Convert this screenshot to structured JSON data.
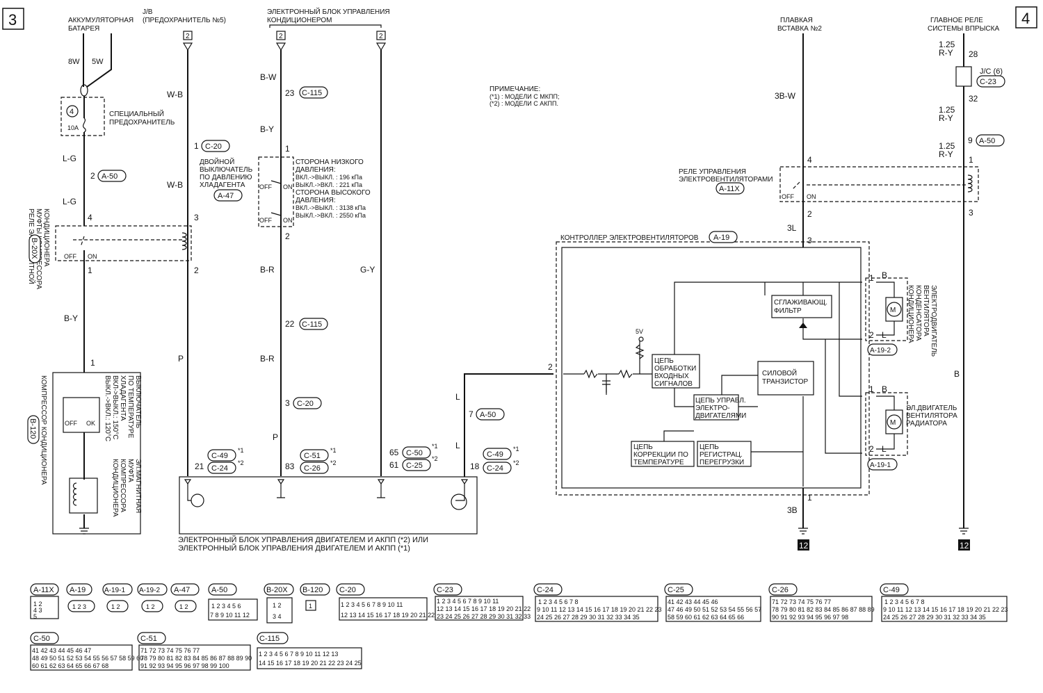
{
  "page_corners": {
    "left": "3",
    "right": "4"
  },
  "battery": {
    "label_line1": "АККУМУЛЯТОРНАЯ",
    "label_line2": "БАТАРЕЯ",
    "wire_a": "8W",
    "wire_b": "5W"
  },
  "jb": {
    "label_line1": "J/B",
    "label_line2": "(ПРЕДОХРАНИТЕЛЬ №5)",
    "pin": "2",
    "wire_top": "W-B",
    "pin_c20": "1",
    "conn_c20": "C-20",
    "wire_mid": "W-B",
    "pin_relay_in": "3",
    "pin_relay_out": "2",
    "wire_bottom": "P"
  },
  "ecu_ac": {
    "label_line1": "ЭЛЕКТРОННЫЙ БЛОК УПРАВЛЕНИЯ",
    "label_line2": "КОНДИЦИОНЕРОМ",
    "pin_a": "2",
    "pin_b": "2"
  },
  "special_fuse": {
    "number": "4",
    "rating": "10A",
    "label_line1": "СПЕЦИАЛЬНЫЙ",
    "label_line2": "ПРЕДОХРАНИТЕЛЬ",
    "wire_1": "L-G",
    "pin": "2",
    "conn": "A-50",
    "wire_2": "L-G"
  },
  "ac_relay": {
    "pin_in": "4",
    "off": "OFF",
    "on": "ON",
    "pin_out": "1",
    "conn": "B-20X",
    "label_line1": "РЕЛЕ ЭЛ.МАГНИТНОЙ",
    "label_line2": "МУФТЫ КОМПРЕССОРА",
    "label_line3": "КОНДИЦИОНЕРА",
    "wire_out": "B-Y"
  },
  "compressor": {
    "pin": "1",
    "label": "КОМПРЕССОР КОНДИЦИОНЕРА",
    "conn": "B-120",
    "off": "OFF",
    "ok": "OK",
    "thermo_line1": "ВЫКЛЮЧАТЕЛЬ",
    "thermo_line2": "ПО ТЕМПЕРАТУРЕ",
    "thermo_line3": "ХЛАДАГЕНТА",
    "thermo_line4": "ВКЛ->ВЫКЛ.: 150°С",
    "thermo_line5": "ВЫКЛ.->ВКЛ.: 120°С",
    "clutch_line1": "ЭЛ.МАГНИТНАЯ",
    "clutch_line2": "МУФТА",
    "clutch_line3": "КОМПРЕССОРА",
    "clutch_line4": "КОНДИЦИОНЕРА"
  },
  "pressure_switch": {
    "wire_top": "B-W",
    "pin_c115_top": "23",
    "conn_c115": "C-115",
    "wire_mid": "B-Y",
    "pin_in": "1",
    "label_line1": "ДВОЙНОЙ",
    "label_line2": "ВЫКЛЮЧАТЕЛЬ",
    "label_line3": "ПО ДАВЛЕНИЮ",
    "label_line4": "ХЛАДАГЕНТА",
    "conn": "A-47",
    "off1": "OFF",
    "on1": "ON",
    "off2": "OFF",
    "on2": "ON",
    "spec_line1": "СТОРОНА НИЗКОГО",
    "spec_line2": "ДАВЛЕНИЯ:",
    "spec_line3": "ВКЛ.->ВЫКЛ. : 196 кПа",
    "spec_line4": "ВЫКЛ.->ВКЛ. : 221 кПа",
    "spec_line5": "СТОРОНА ВЫСОКОГО",
    "spec_line6": "ДАВЛЕНИЯ:",
    "spec_line7": "ВКЛ.->ВЫКЛ. : 3138 кПа",
    "spec_line8": "ВЫКЛ.->ВКЛ. : 2550 кПа",
    "pin_out": "2",
    "wire_out": "B-R",
    "pin_c115_bottom": "22",
    "wire_low": "B-R",
    "pin_c20": "3",
    "conn_c20": "C-20",
    "wire_bottom": "P"
  },
  "gy_wire": {
    "label": "G-Y"
  },
  "note": {
    "line1": "ПРИМЕЧАНИЕ:",
    "line2": "(*1) : МОДЕЛИ С МКПП;",
    "line3": "(*2) : МОДЕЛИ С АКПП."
  },
  "ecu_pins": [
    {
      "pin1": "21",
      "conn1": "C-49",
      "mark1": "*1",
      "conn2": "C-24",
      "mark2": "*2"
    },
    {
      "pin1": "83",
      "conn1": "C-51",
      "mark1": "*1",
      "conn2": "C-26",
      "mark2": "*2"
    },
    {
      "pin1": "65",
      "conn1": "C-50",
      "mark1": "*1",
      "pin2": "61",
      "conn2": "C-25",
      "mark2": "*2"
    },
    {
      "pin1": "18",
      "conn1": "C-49",
      "mark1": "*1",
      "conn2": "C-24",
      "mark2": "*2"
    }
  ],
  "ecu": {
    "label_line1": "ЭЛЕКТРОННЫЙ БЛОК УПРАВЛЕНИЯ ДВИГАТЕЛЕМ И АКПП (*2) ИЛИ",
    "label_line2": "ЭЛЕКТРОННЫЙ БЛОК УПРАВЛЕНИЯ ДВИГАТЕЛЕМ И АКПП (*1)"
  },
  "l_wire": {
    "wire_top": "L",
    "pin": "7",
    "conn": "A-50",
    "wire_bottom": "L"
  },
  "fusible": {
    "label_line1": "ПЛАВКАЯ",
    "label_line2": "ВСТАВКА №2",
    "wire": "3B-W",
    "pin_in": "4",
    "pin_out": "2",
    "wire_out": "3L"
  },
  "main_relay": {
    "label_line1": "ГЛАВНОЕ РЕЛЕ",
    "label_line2": "СИСТЕМЫ ВПРЫСКА",
    "wire_1_line1": "1.25",
    "wire_1_line2": "R-Y",
    "pin_28": "28",
    "jc": "J/C (6)",
    "conn_c23": "C-23",
    "pin_32": "32",
    "wire_2_line1": "1.25",
    "wire_2_line2": "R-Y",
    "pin_9": "9",
    "conn_a50": "A-50",
    "wire_3_line1": "1.25",
    "wire_3_line2": "R-Y",
    "pin_1": "1",
    "pin_3": "3",
    "wire_b": "B"
  },
  "fan_relay": {
    "label_line1": "РЕЛЕ УПРАВЛЕНИЯ",
    "label_line2": "ЭЛЕКТРОВЕНТИЛЯТОРАМИ",
    "conn": "A-11X",
    "off": "OFF",
    "on": "ON"
  },
  "controller": {
    "label": "КОНТРОЛЛЕР ЭЛЕКТРОВЕНТИЛЯТОРОВ",
    "conn": "A-19",
    "pin_in": "3",
    "pin_sig": "2",
    "pin_gnd": "1",
    "wire_gnd": "3B",
    "v5": "5V",
    "filter_line1": "СГЛАЖИВАЮЩ.",
    "filter_line2": "ФИЛЬТР",
    "input_line1": "ЦЕПЬ",
    "input_line2": "ОБРАБОТКИ",
    "input_line3": "ВХОДНЫХ",
    "input_line4": "СИГНАЛОВ",
    "power_line1": "СИЛОВОЙ",
    "power_line2": "ТРАНЗИСТОР",
    "motor_ctl_line1": "ЦЕПЬ УПРАВЛ.",
    "motor_ctl_line2": "ЭЛЕКТРО-",
    "motor_ctl_line3": "ДВИГАТЕЛЯМИ",
    "temp_line1": "ЦЕПЬ",
    "temp_line2": "КОРРЕКЦИИ ПО",
    "temp_line3": "ТЕМПЕРАТУРЕ",
    "overload_line1": "ЦЕПЬ",
    "overload_line2": "РЕГИСТРАЦ.",
    "overload_line3": "ПЕРЕГРУЗКИ"
  },
  "condenser_motor": {
    "pin1": "1",
    "wire1": "B",
    "pin2": "2",
    "wire2": "L",
    "conn": "A-19-2",
    "label_line1": "ЭЛЕКТРОДВИГАТЕЛЬ",
    "label_line2": "ВЕНТИЛЯТОРА",
    "label_line3": "КОНДЕНСАТОРА",
    "label_line4": "КОНДИЦИОНЕРА"
  },
  "radiator_motor": {
    "pin1": "1",
    "wire1": "B",
    "pin2": "2",
    "wire2": "L",
    "conn": "A-19-1",
    "label_line1": "ЭЛ.ДВИГАТЕЛЬ",
    "label_line2": "ВЕНТИЛЯТОРА",
    "label_line3": "РАДИАТОРА"
  },
  "grounds": {
    "left": "12",
    "right": "12"
  },
  "connectors_row1": [
    {
      "id": "A-11X"
    },
    {
      "id": "A-19"
    },
    {
      "id": "A-19-1"
    },
    {
      "id": "A-19-2"
    },
    {
      "id": "A-47"
    },
    {
      "id": "A-50"
    },
    {
      "id": "B-20X"
    },
    {
      "id": "B-120"
    },
    {
      "id": "C-20"
    },
    {
      "id": "C-23"
    },
    {
      "id": "C-24"
    },
    {
      "id": "C-25"
    },
    {
      "id": "C-26"
    },
    {
      "id": "C-49"
    }
  ],
  "connectors_row2": [
    {
      "id": "C-50"
    },
    {
      "id": "C-51"
    },
    {
      "id": "C-115"
    }
  ],
  "connector_faces": {
    "A-11X": [
      "1 2",
      "4 3",
      "5"
    ],
    "A-19": [
      "1 2 3"
    ],
    "A-19-1": [
      "1 2"
    ],
    "A-19-2": [
      "1 2"
    ],
    "A-47": [
      "1 2"
    ],
    "A-50": [
      "1 2 3 4 5 6",
      "7 8 9 10 11 12"
    ],
    "B-20X": [
      "1 2",
      "3 4"
    ],
    "B-120": [
      "1"
    ],
    "C-20": [
      "1 2 3 4 5 6 7 8 9 10 11",
      "12 13 14 15 16 17 18 19 20 21 22"
    ],
    "C-23": [
      "1 2 3 4 5 6 7 8 9 10 11",
      "12 13 14 15 16 17 18 19 20 21 22",
      "23 24 25 26 27 28 29 30 31 32 33"
    ],
    "C-24": [
      "1 2 3 4 5 6 7 8",
      "9 10 11 12 13 14 15 16 17 18 19 20 21 22 23",
      "24 25 26 27 28 29 30 31 32 33 34 35"
    ],
    "C-25": [
      "41 42 43 44 45 46",
      "47 46 49 50 51 52 53 54 55 56 57",
      "58 59 60 61 62 63 64 65 66"
    ],
    "C-26": [
      "71 72 73 74 75 76 77",
      "78 79 80 81 82 83 84 85 86 87 88 89",
      "90 91 92 93 94 95 96 97 98"
    ],
    "C-49": [
      "1 2 3 4 5 6 7 8",
      "9 10 11 12 13 14 15 16 17 18 19 20 21 22 23",
      "24 25 26 27 28 29 30 31 32 33 34 35"
    ],
    "C-50": [
      "41 42 43 44 45 46 47",
      "48 49 50 51 52 53 54 55 56 57 58 59 60",
      "60 61 62 63 64 65 66 67 68"
    ],
    "C-51": [
      "71 72 73 74 75 76 77",
      "78 79 80 81 82 83 84 85 86 87 88 89 90",
      "91 92 93 94 95 96 97 98 99 100"
    ],
    "C-115": [
      "1 2 3 4 5 6 7 8 9 10 11 12 13",
      "14 15 16 17 18 19 20 21 22 23 24 25"
    ]
  }
}
